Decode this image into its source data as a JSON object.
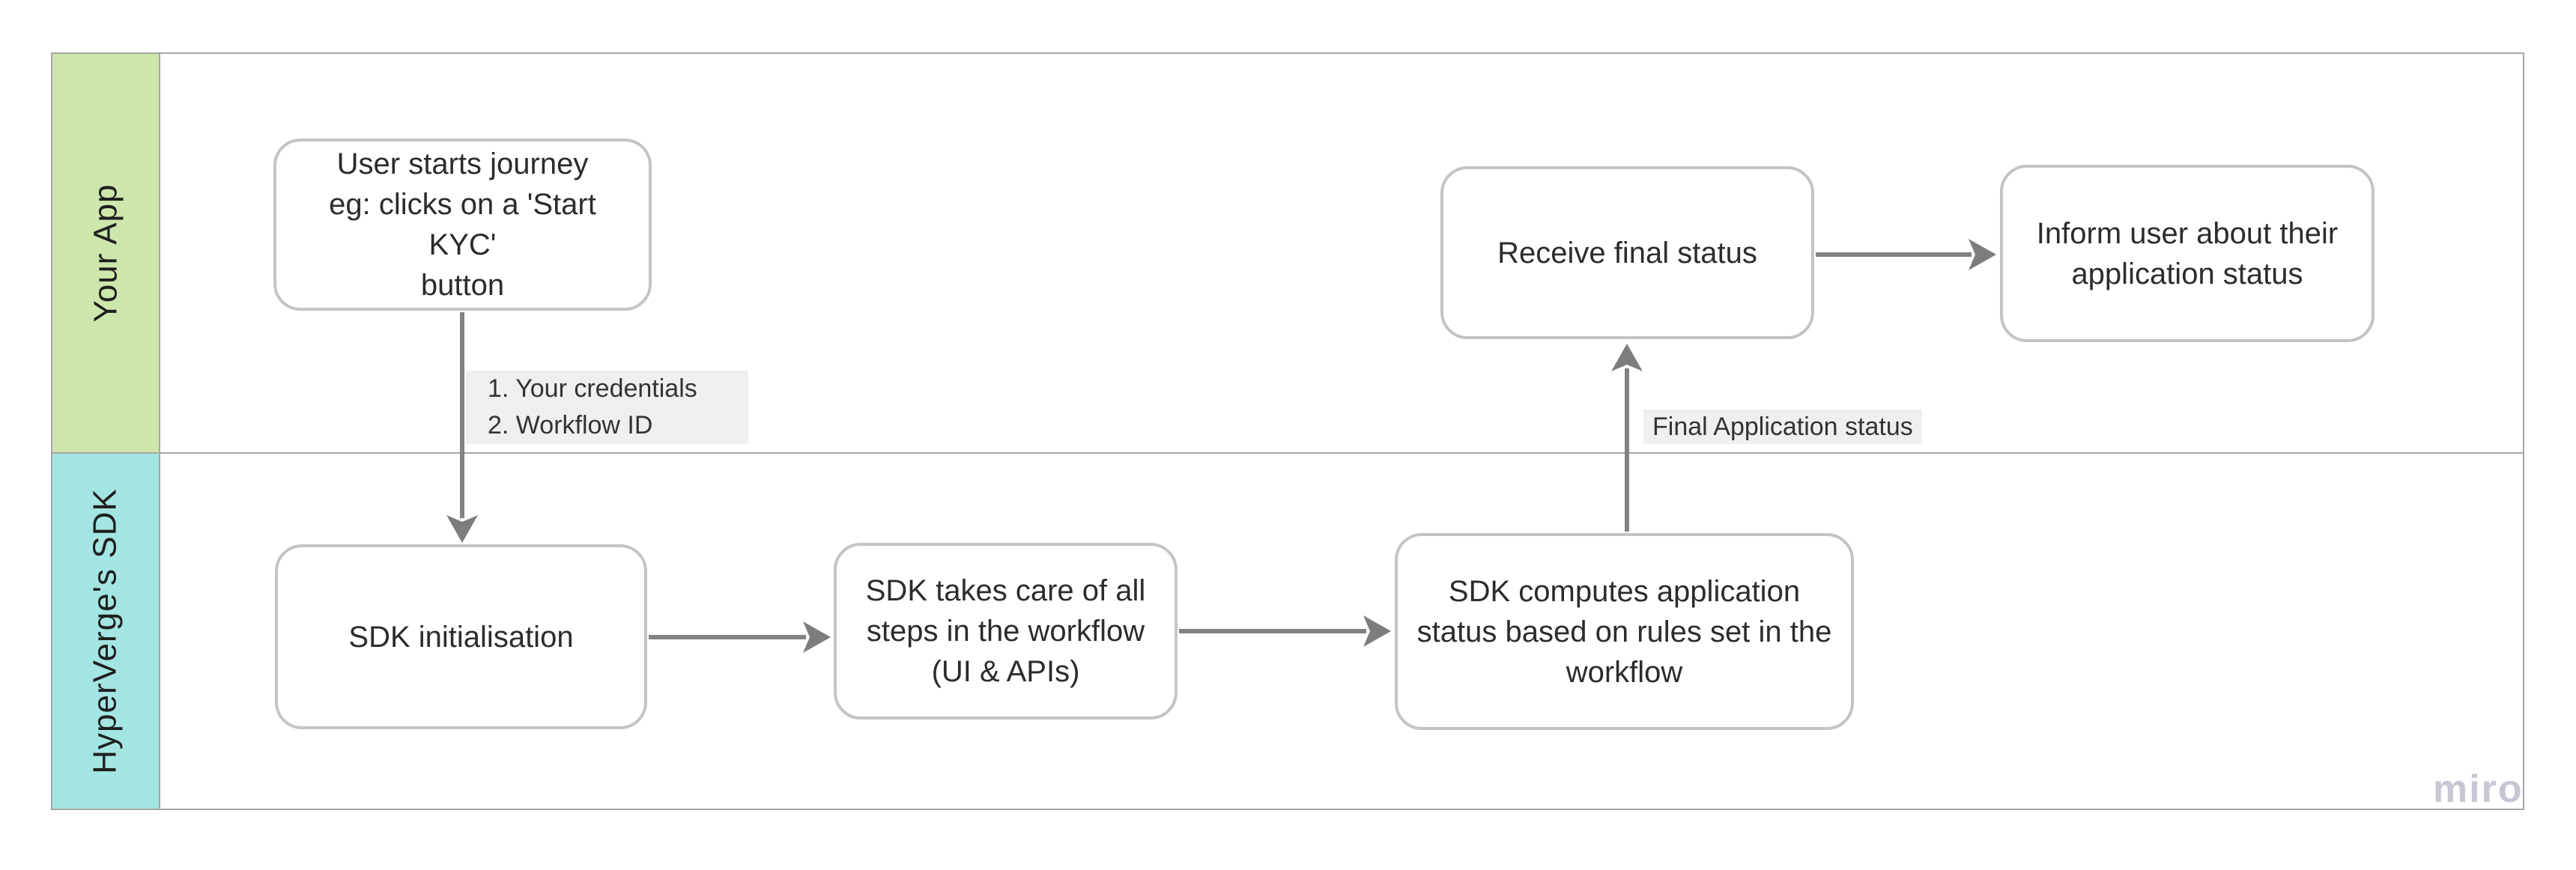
{
  "lanes": [
    {
      "label": "Your App",
      "color": "#cde6ac"
    },
    {
      "label": "HyperVerge's SDK",
      "color": "#a3e5e2"
    }
  ],
  "boxes": [
    {
      "id": "user-starts-journey",
      "text": "User starts journey\neg: clicks on a 'Start KYC'\nbutton"
    },
    {
      "id": "sdk-initialisation",
      "text": "SDK initialisation"
    },
    {
      "id": "sdk-takes-care",
      "text": "SDK takes care of all\nsteps in the workflow\n(UI & APIs)"
    },
    {
      "id": "sdk-computes-status",
      "text": "SDK computes application\nstatus based on rules set in the\nworkflow"
    },
    {
      "id": "receive-final-status",
      "text": "Receive final status"
    },
    {
      "id": "inform-user",
      "text": "Inform user about their\napplication status"
    }
  ],
  "edge_labels": [
    {
      "id": "credentials-workflow-id",
      "text": "1. Your credentials\n2. Workflow ID"
    },
    {
      "id": "final-application-status",
      "text": "Final Application status"
    }
  ],
  "watermark": "miro",
  "colors": {
    "frame_border": "#a7a7a7",
    "box_border": "#c4c4c4",
    "box_text": "#2c2c2c",
    "arrow": "#828282",
    "edge_label_background": "#efefef",
    "watermark": "#c7c7d3"
  }
}
